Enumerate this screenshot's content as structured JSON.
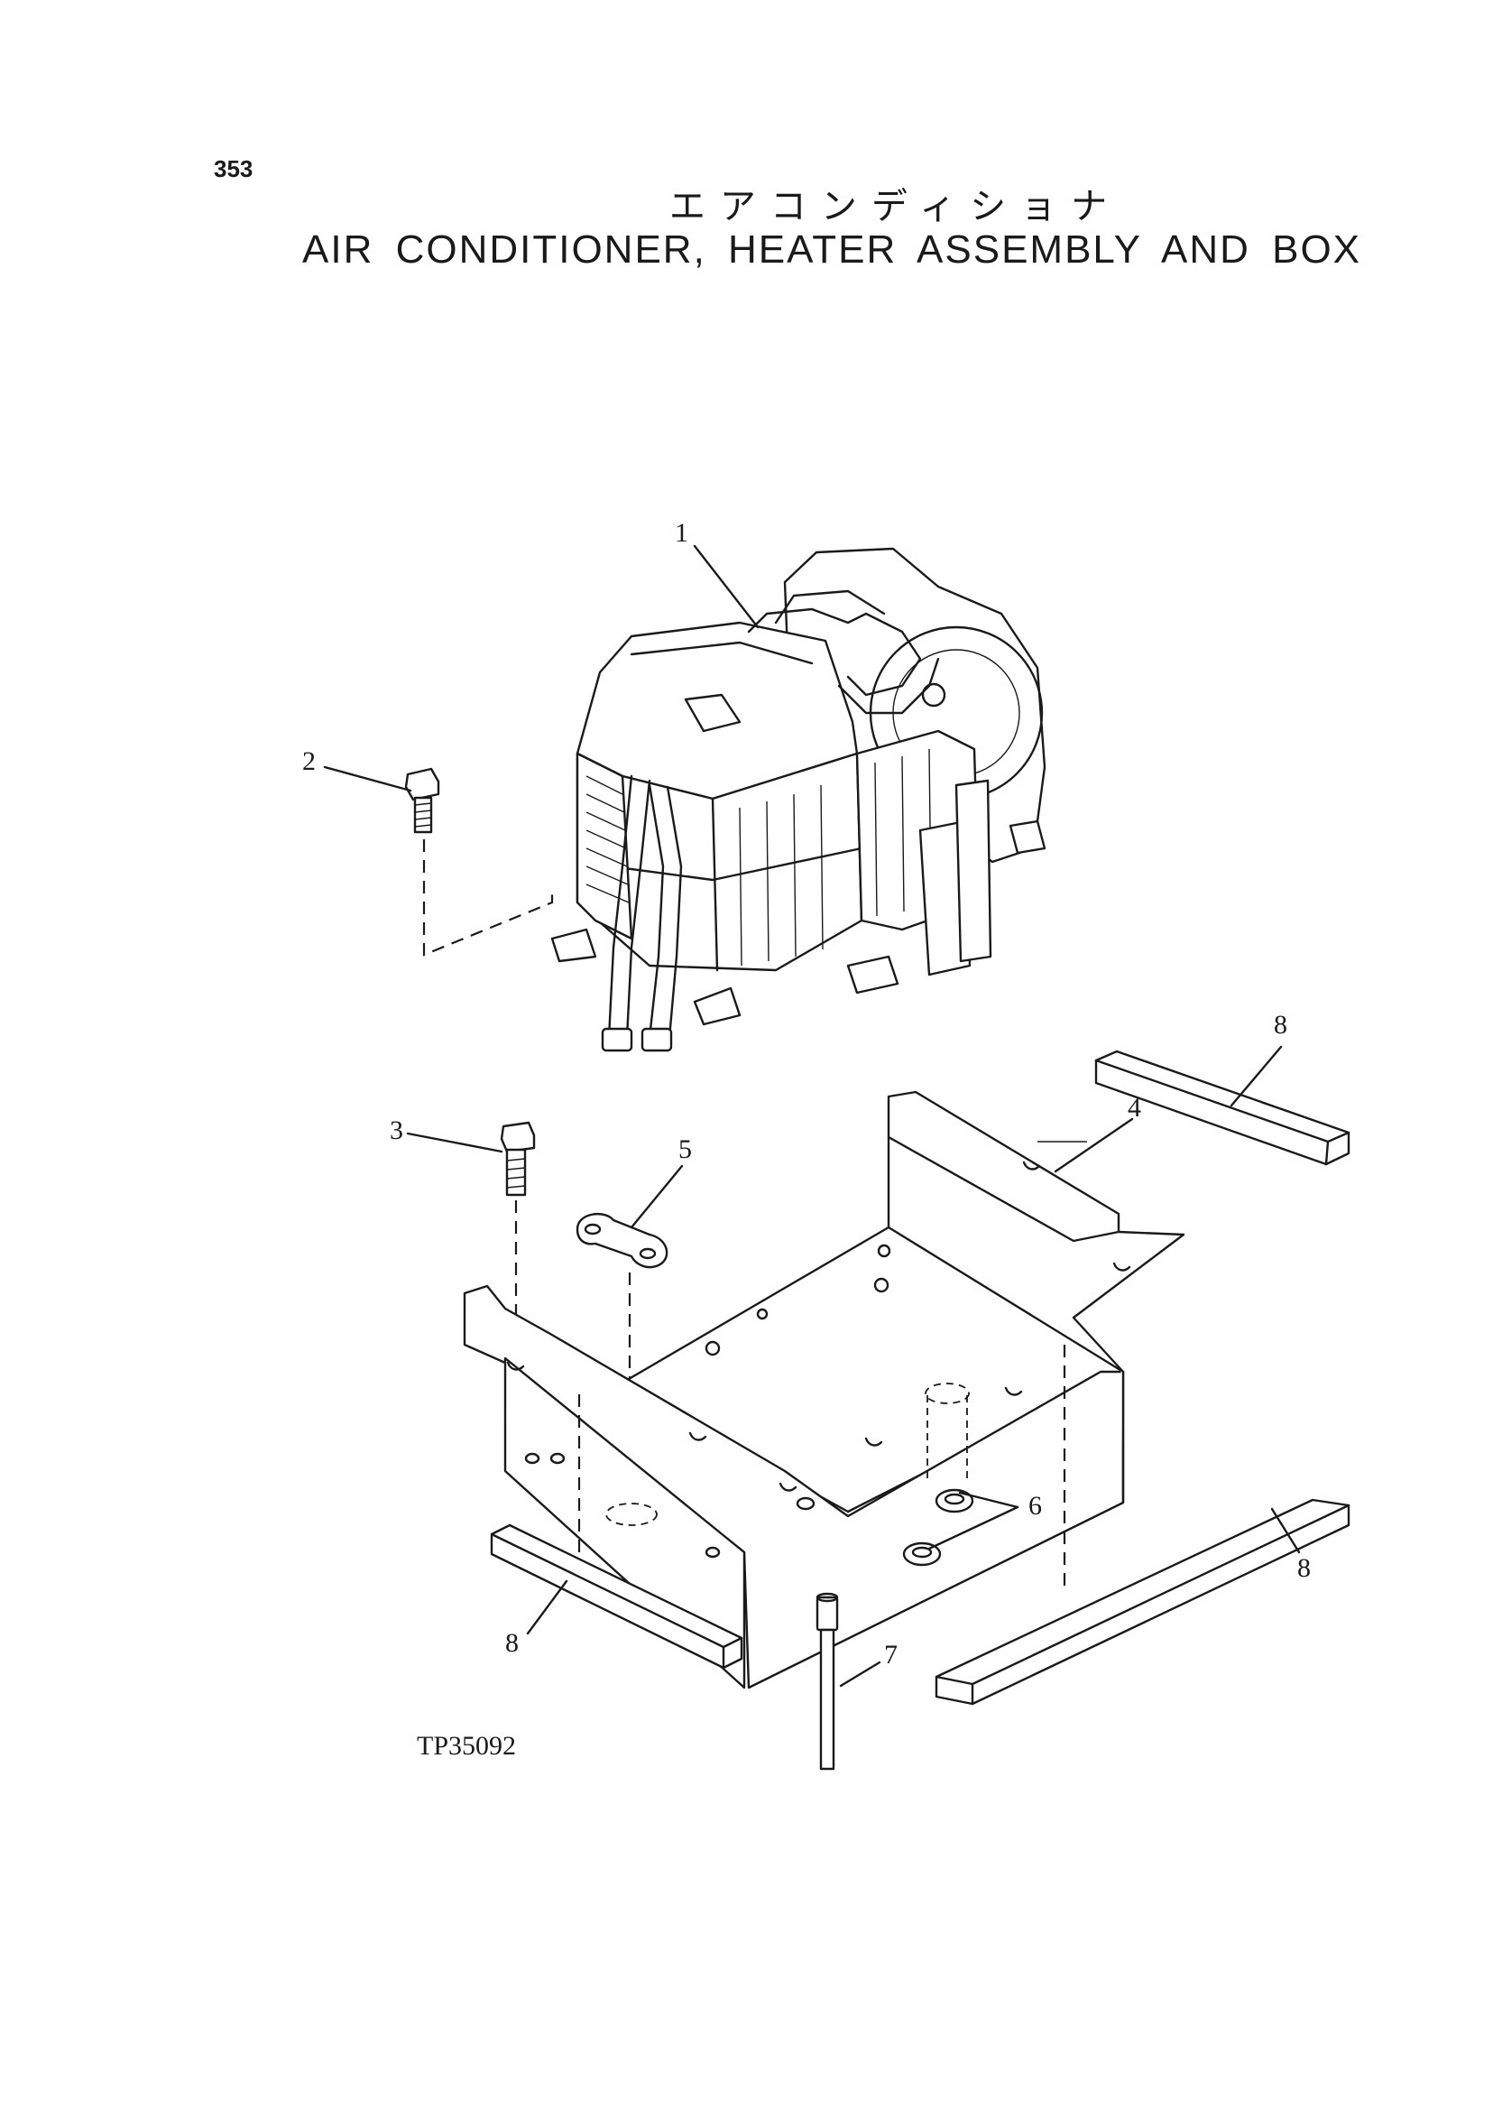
{
  "header": {
    "page_number": "353",
    "title_japanese": "エアコンディショナ",
    "title_english": "AIR CONDITIONER, HEATER ASSEMBLY AND BOX"
  },
  "figure": {
    "code": "TP35092",
    "callouts": [
      {
        "id": "c1",
        "label": "1"
      },
      {
        "id": "c2",
        "label": "2"
      },
      {
        "id": "c3",
        "label": "3"
      },
      {
        "id": "c4",
        "label": "4"
      },
      {
        "id": "c5",
        "label": "5"
      },
      {
        "id": "c6",
        "label": "6"
      },
      {
        "id": "c7",
        "label": "7"
      },
      {
        "id": "c8a",
        "label": "8"
      },
      {
        "id": "c8b",
        "label": "8"
      },
      {
        "id": "c8c",
        "label": "8"
      }
    ]
  }
}
